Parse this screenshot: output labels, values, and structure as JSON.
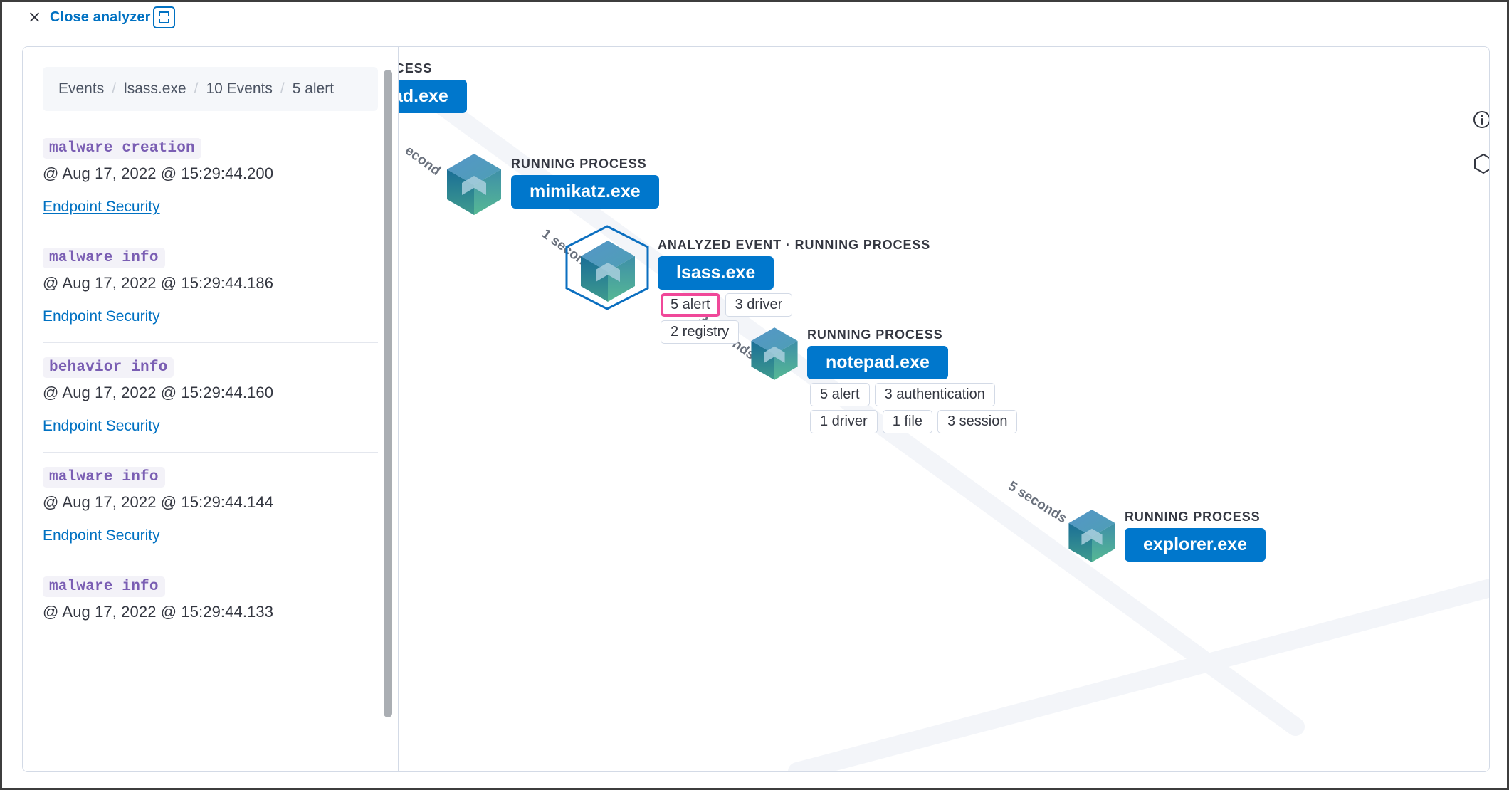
{
  "topbar": {
    "close_label": "Close analyzer",
    "close_icon": "close-icon",
    "fullscreen_icon": "fullscreen-icon"
  },
  "sidebar": {
    "breadcrumb": [
      "Events",
      "lsass.exe",
      "10 Events",
      "5 alert"
    ],
    "events": [
      {
        "kind": "malware creation",
        "time": "@ Aug 17, 2022 @ 15:29:44.200",
        "source": "Endpoint Security",
        "underlined": true
      },
      {
        "kind": "malware info",
        "time": "@ Aug 17, 2022 @ 15:29:44.186",
        "source": "Endpoint Security",
        "underlined": false
      },
      {
        "kind": "behavior info",
        "time": "@ Aug 17, 2022 @ 15:29:44.160",
        "source": "Endpoint Security",
        "underlined": false
      },
      {
        "kind": "malware info",
        "time": "@ Aug 17, 2022 @ 15:29:44.144",
        "source": "Endpoint Security",
        "underlined": false
      },
      {
        "kind": "malware info",
        "time": "@ Aug 17, 2022 @ 15:29:44.133",
        "source": "",
        "underlined": false
      }
    ]
  },
  "graph": {
    "nodes": [
      {
        "kind": "ROCESS",
        "title": "ad.exe",
        "pills": [],
        "clipped": true
      },
      {
        "kind": "RUNNING PROCESS",
        "title": "mimikatz.exe",
        "pills": []
      },
      {
        "kind": "ANALYZED EVENT · RUNNING PROCESS",
        "title": "lsass.exe",
        "pills": [
          "5 alert",
          "3 driver",
          "2 registry"
        ],
        "highlight_pill": "5 alert",
        "analyzed": true
      },
      {
        "kind": "RUNNING PROCESS",
        "title": "notepad.exe",
        "pills": [
          "5 alert",
          "3 authentication",
          "1 driver",
          "1 file",
          "3 session"
        ]
      },
      {
        "kind": "RUNNING PROCESS",
        "title": "explorer.exe",
        "pills": []
      }
    ],
    "edge_labels": [
      "econd",
      "1 second",
      "3 seconds",
      "5 seconds"
    ]
  },
  "controls": {
    "info_icon": "info-icon",
    "shape_icon": "hexagon-icon",
    "pan_up_icon": "chevron-up-icon",
    "pan_down_icon": "chevron-down-icon",
    "pan_left_icon": "chevron-left-icon",
    "pan_right_icon": "chevron-right-icon",
    "center_icon": "crosshair-icon",
    "zoom_in_icon": "plus-circle-icon",
    "zoom_out_icon": "minus-circle-icon"
  },
  "colors": {
    "link": "#0071c2",
    "node_blue": "#0077cc",
    "highlight_pink": "#f04899",
    "badge_purple": "#7a5eb3",
    "analyzed_outline": "#0b6fc0"
  }
}
